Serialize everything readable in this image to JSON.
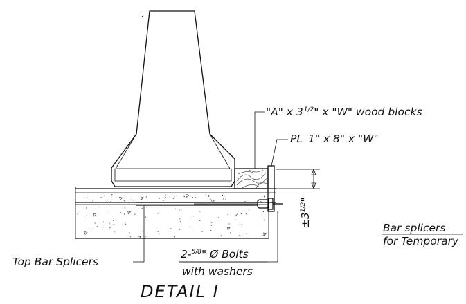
{
  "labels": {
    "wood_blocks_pre": "\"A\" x 3",
    "wood_blocks_half": "1/2",
    "wood_blocks_post": "\" x \"W\" wood blocks",
    "plate_symbol": "PL",
    "plate_rest": "1\" x 8\" x \"W\"",
    "top_bar_splicers": "Top Bar Splicers",
    "bolts_pre": "2-",
    "bolts_frac": "5/8",
    "bolts_post": "\" Ø Bolts",
    "washers": "with washers",
    "depth_pm": "±3",
    "depth_frac": "1/2",
    "depth_unit": "\"",
    "side_note_1": "Bar splicers",
    "side_note_2": "for Temporary",
    "detail_title": "DETAIL I"
  },
  "colors": {
    "line": "#111111",
    "background": "#ffffff"
  }
}
